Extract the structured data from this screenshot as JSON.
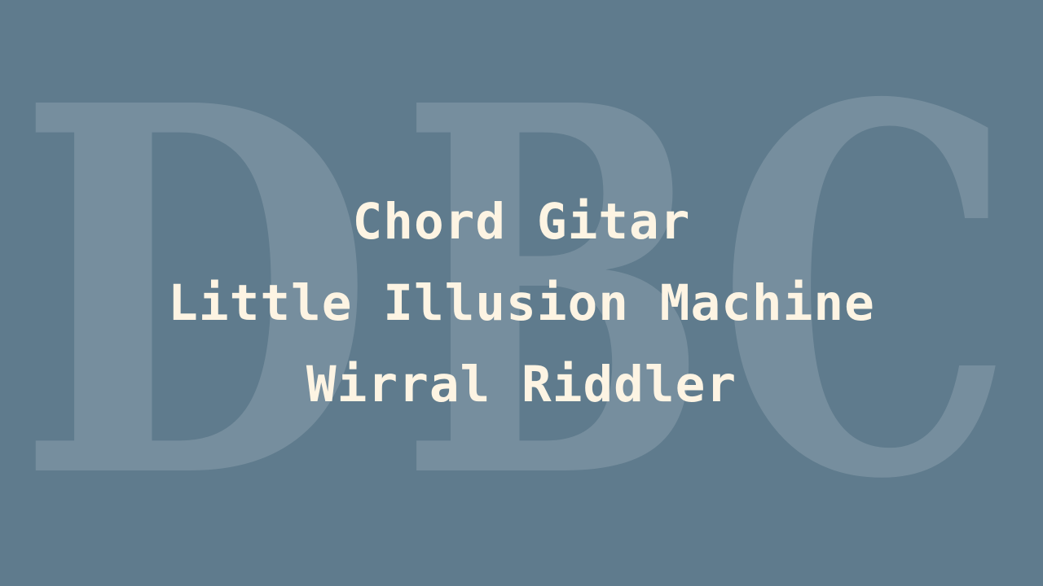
{
  "background_color": "#5f7b8d",
  "text_color": "#fdf4e3",
  "watermark": {
    "text": "DBC",
    "letters": [
      "D",
      "B",
      "C"
    ]
  },
  "title_lines": [
    "Chord Gitar",
    "Little Illusion Machine",
    "Wirral Riddler"
  ]
}
